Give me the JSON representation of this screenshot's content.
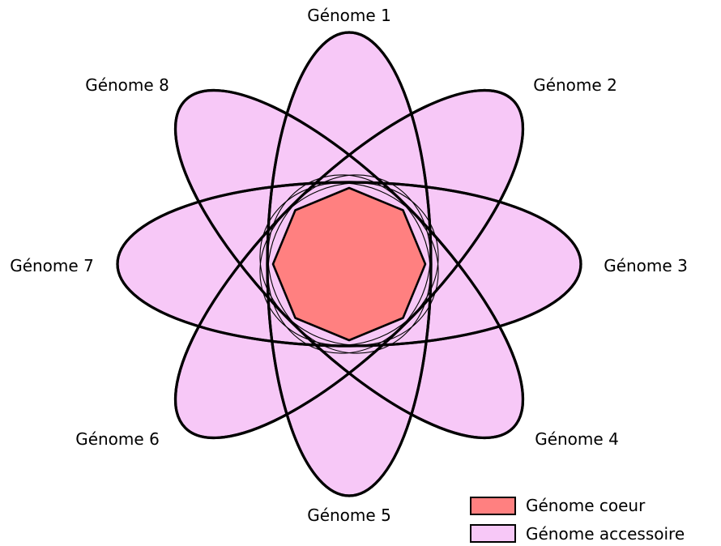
{
  "colors": {
    "core": "#ff8080",
    "accessory": "#f7c8f7",
    "outline": "#000000"
  },
  "genomes": [
    {
      "label": "Génome 1"
    },
    {
      "label": "Génome 2"
    },
    {
      "label": "Génome 3"
    },
    {
      "label": "Génome 4"
    },
    {
      "label": "Génome 5"
    },
    {
      "label": "Génome 6"
    },
    {
      "label": "Génome 7"
    },
    {
      "label": "Génome 8"
    }
  ],
  "legend": {
    "core_label": "Génome coeur",
    "accessory_label": "Génome accessoire"
  }
}
